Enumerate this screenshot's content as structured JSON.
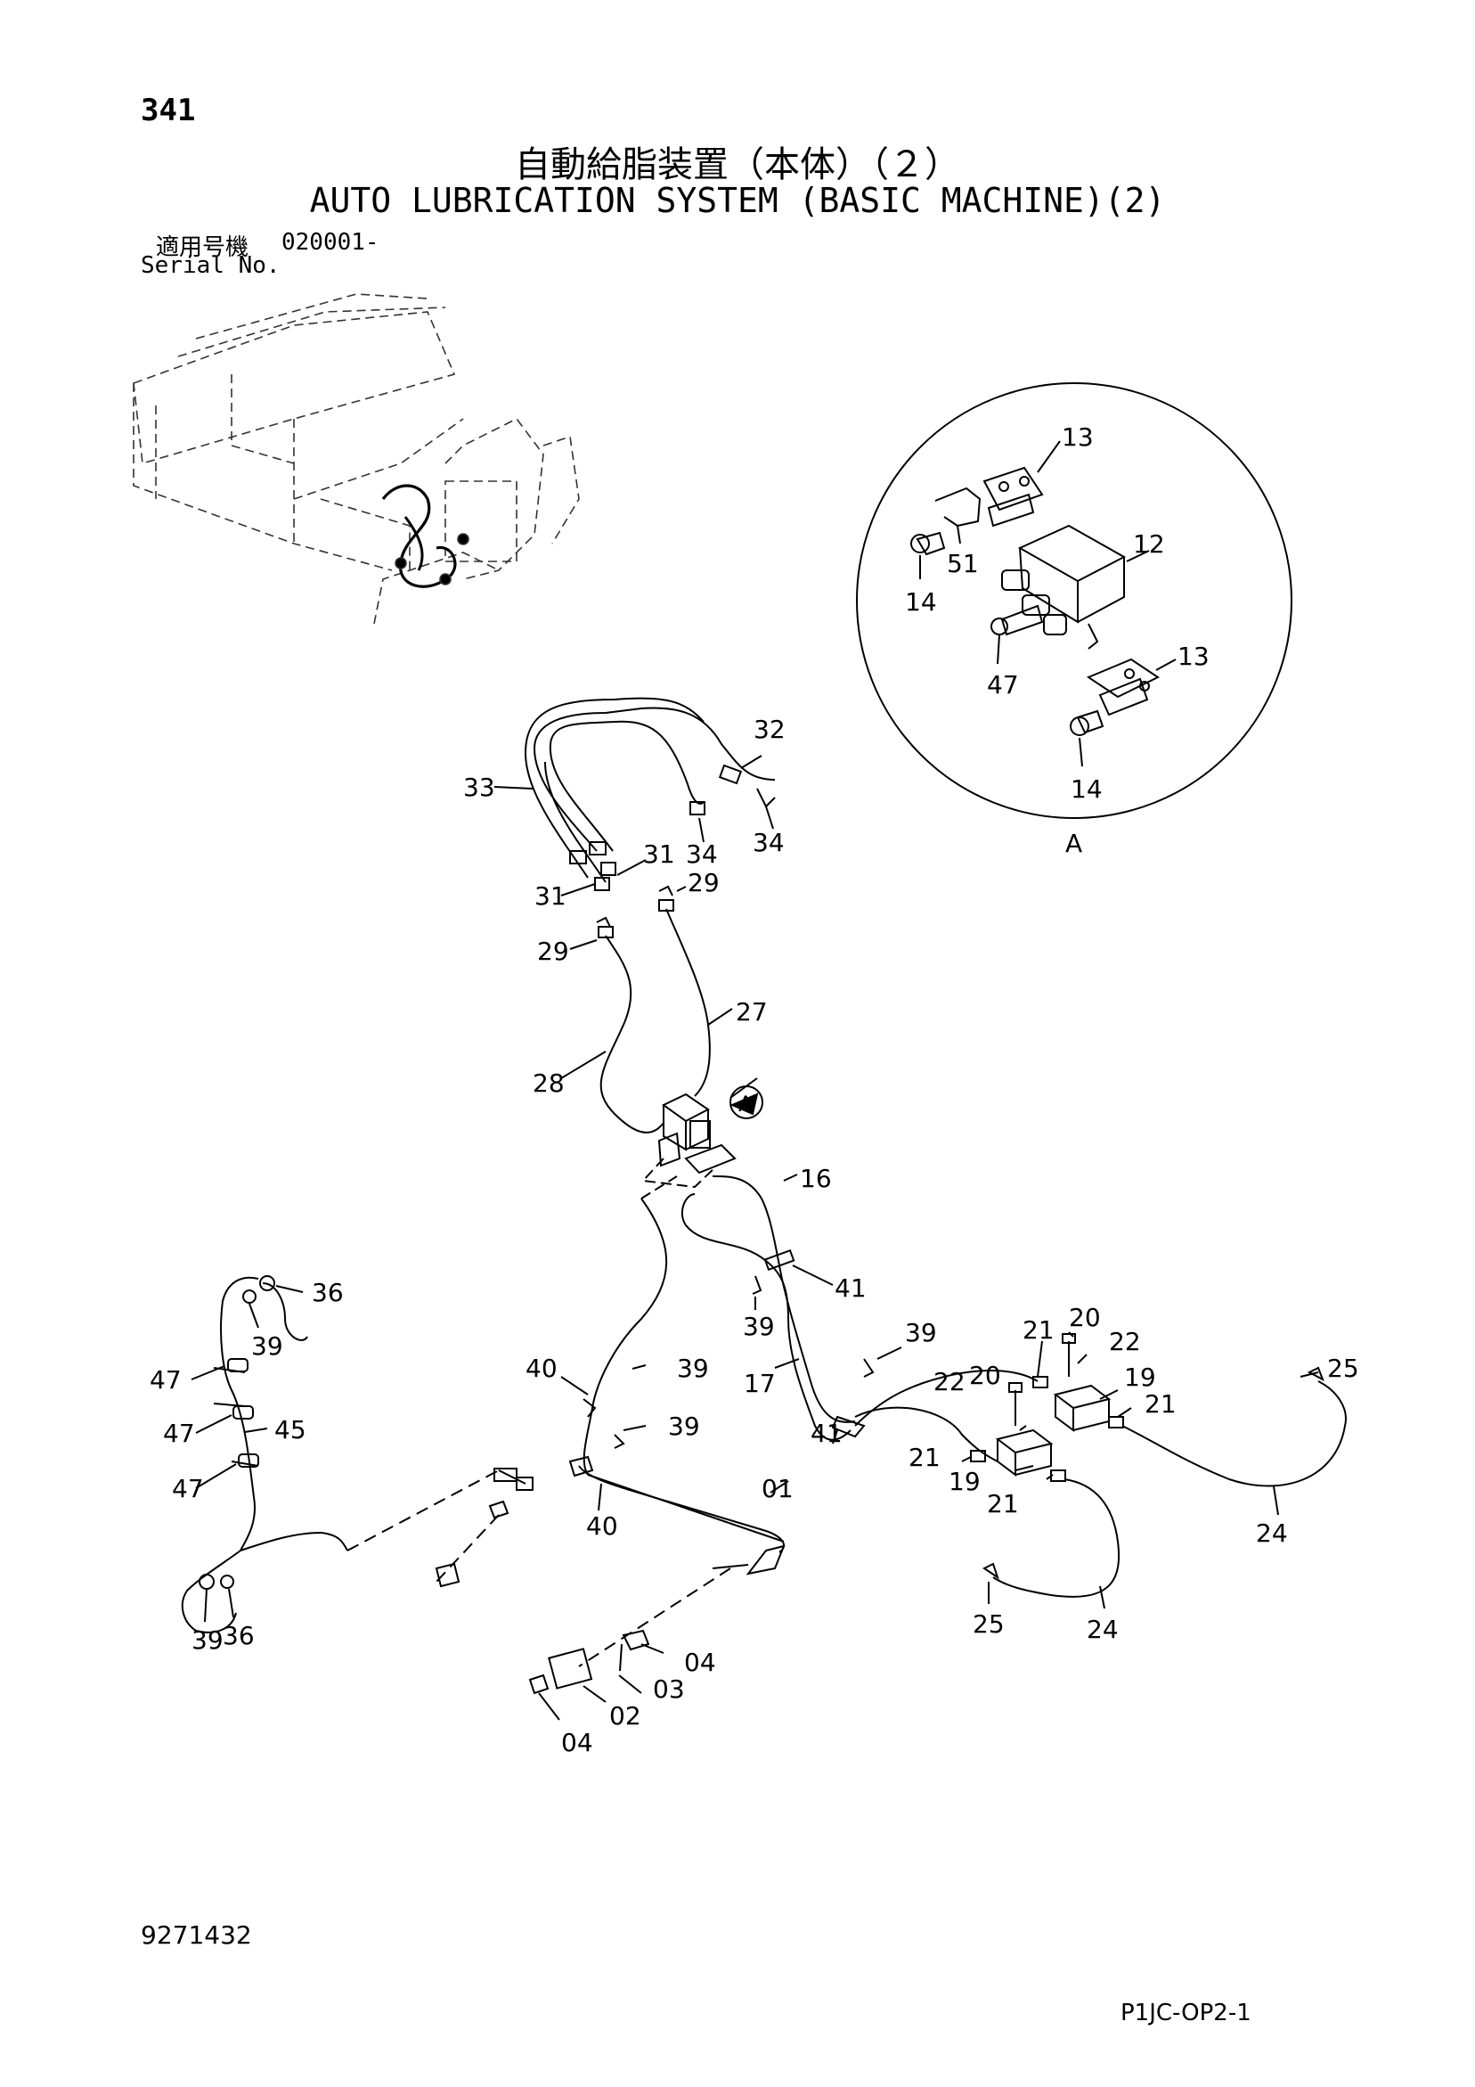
{
  "header": {
    "page_number": "341",
    "title_jp": "自動給脂装置（本体）（２）",
    "title_en": "AUTO LUBRICATION SYSTEM (BASIC MACHINE)(2)",
    "serial_label_jp": "適用号機",
    "serial_value": "020001-",
    "serial_label_en": "Serial No."
  },
  "detail_view": {
    "label": "A"
  },
  "callouts": {
    "c13a": "13",
    "c13b": "13",
    "c12": "12",
    "c51": "51",
    "c14a": "14",
    "c14b": "14",
    "c47d": "47",
    "c32": "32",
    "c33": "33",
    "c34a": "34",
    "c34b": "34",
    "c31a": "31",
    "c31b": "31",
    "c29a": "29",
    "c29b": "29",
    "c27": "27",
    "c28": "28",
    "cA": "A",
    "c16": "16",
    "c41a": "41",
    "c41b": "41",
    "c39a": "39",
    "c39b": "39",
    "c39c": "39",
    "c39d": "39",
    "c39e": "39",
    "c39f": "39",
    "c36a": "36",
    "c36b": "36",
    "c47a": "47",
    "c47b": "47",
    "c47c": "47",
    "c45": "45",
    "c40a": "40",
    "c40b": "40",
    "c17": "17",
    "c01": "01",
    "c02": "02",
    "c03": "03",
    "c04a": "04",
    "c04b": "04",
    "c21a": "21",
    "c21b": "21",
    "c21c": "21",
    "c21d": "21",
    "c20a": "20",
    "c20b": "20",
    "c22a": "22",
    "c22b": "22",
    "c19a": "19",
    "c19b": "19",
    "c24a": "24",
    "c24b": "24",
    "c25a": "25",
    "c25b": "25"
  },
  "footer": {
    "doc_number": "9271432",
    "sheet_code": "P1JC-OP2-1"
  }
}
